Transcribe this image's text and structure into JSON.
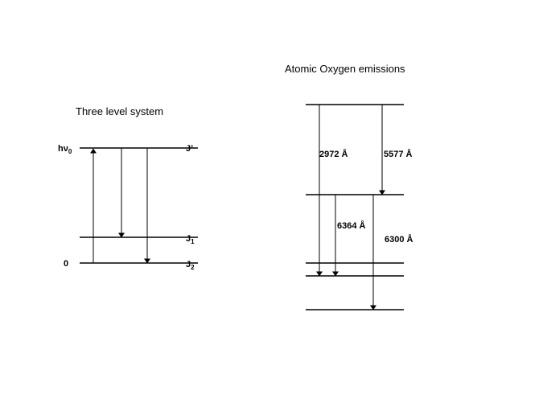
{
  "three_level": {
    "title": "Three level system",
    "labels": {
      "hv0_main": "hν",
      "hv0_sub": "0",
      "zero": "0",
      "j_prime": "J’",
      "j1_main": "J",
      "j1_sub": "1",
      "j2_main": "J",
      "j2_sub": "2"
    }
  },
  "oxygen": {
    "title": "Atomic Oxygen emissions",
    "transitions": [
      "2972 Å",
      "5577 Å",
      "6364 Å",
      "6300 Å"
    ]
  }
}
